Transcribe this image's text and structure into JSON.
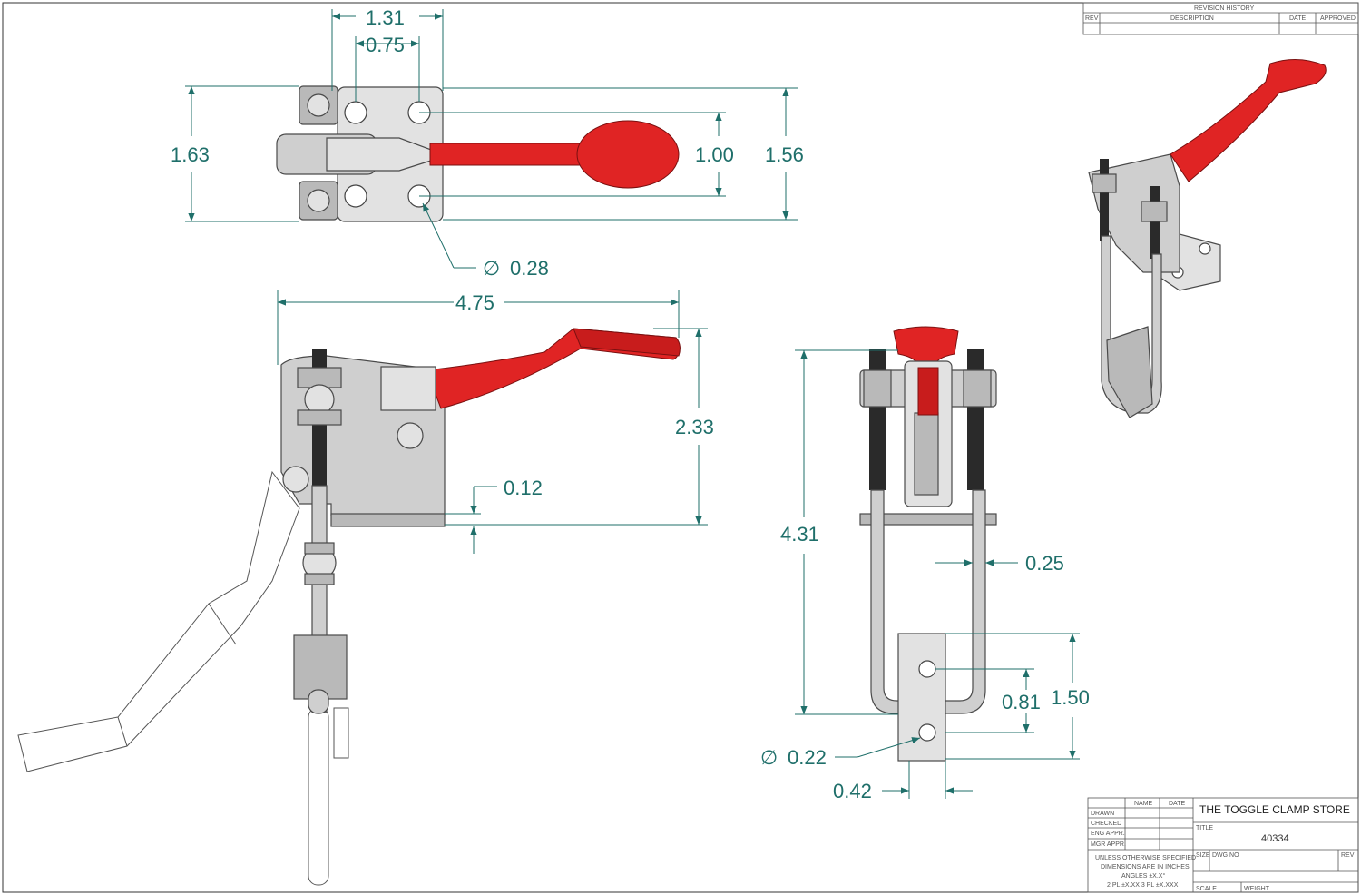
{
  "dimensions": {
    "top_width_overall": "1.31",
    "top_hole_spacing": "0.75",
    "top_height_overall": "1.63",
    "top_hole_vertical": "1.00",
    "top_base_height": "1.56",
    "top_hole_dia": "0.28",
    "side_length": "4.75",
    "side_height": "2.33",
    "side_base_thickness": "0.12",
    "front_height": "4.31",
    "front_rod_dia": "0.25",
    "front_slot_height": "1.50",
    "front_hole_offset": "0.81",
    "front_hole_dia": "0.22",
    "front_plate_width": "0.42"
  },
  "diameter_symbol": "∅",
  "revision_block": {
    "title": "REVISION HISTORY",
    "columns": [
      "REV",
      "DESCRIPTION",
      "DATE",
      "APPROVED"
    ]
  },
  "title_block": {
    "col_name": "NAME",
    "col_date": "DATE",
    "rows": [
      "DRAWN",
      "CHECKED",
      "ENG APPR.",
      "MGR APPR."
    ],
    "notes": [
      "UNLESS OTHERWISE SPECIFIED",
      "DIMENSIONS ARE IN INCHES",
      "ANGLES ±X.X°",
      "2 PL ±X.XX  3 PL ±X.XXX"
    ],
    "company": "THE TOGGLE CLAMP STORE",
    "title_label": "TITLE",
    "title_value": "40334",
    "size_label": "SIZE",
    "dwg_label": "DWG NO",
    "rev_label": "REV",
    "scale_label": "SCALE",
    "weight_label": "WEIGHT"
  },
  "colors": {
    "dimension": "#1f6f6a",
    "handle": "#e02424",
    "steel": "#cfcfcf"
  }
}
